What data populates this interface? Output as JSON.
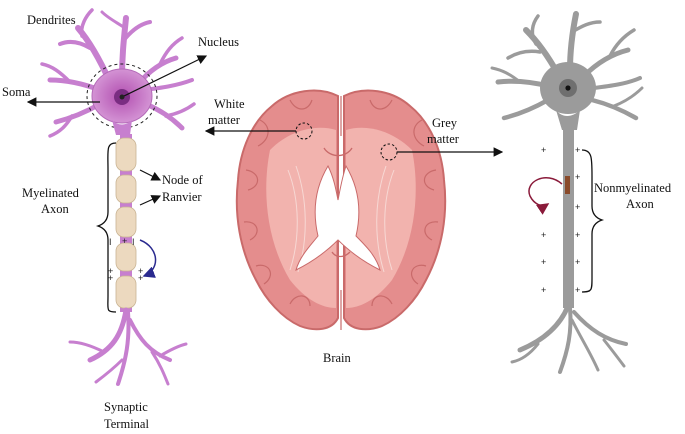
{
  "labels": {
    "dendrites": "Dendrites",
    "nucleus": "Nucleus",
    "soma": "Soma",
    "myelinated_axon": [
      "Myelinated",
      "Axon"
    ],
    "node_of_ranvier": [
      "Node of",
      "Ranvier"
    ],
    "synaptic_terminal": [
      "Synaptic",
      "Terminal"
    ],
    "white_matter": [
      "White",
      "matter"
    ],
    "grey_matter": [
      "Grey",
      "matter"
    ],
    "brain": "Brain",
    "nonmyelinated_axon": [
      "Nonmyelinated",
      "Axon"
    ]
  },
  "colors": {
    "myelinated_neuron": "#c77fcf",
    "myelin_sheath": "#ecd9bf",
    "nonmyelinated_neuron": "#9b9b9b",
    "brain_tissue": "#e48d8d",
    "brain_inner": "#f2b3ae"
  }
}
